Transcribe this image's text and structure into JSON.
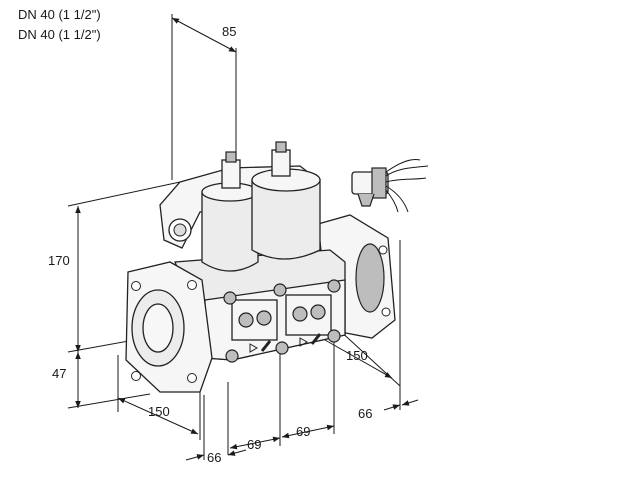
{
  "captions": [
    "DN 40 (1 1/2\")",
    "DN 40 (1 1/2\")"
  ],
  "dimensions": {
    "top_width": "85",
    "height_upper": "170",
    "height_lower": "47",
    "flange_left": "150",
    "flange_right": "150",
    "offset_right": "66",
    "offset_bottom": "66",
    "pitch_a": "69",
    "pitch_b": "69"
  },
  "colors": {
    "line": "#1a1a1a",
    "body_fill": "#ececec",
    "shade": "#bdbdbd"
  }
}
